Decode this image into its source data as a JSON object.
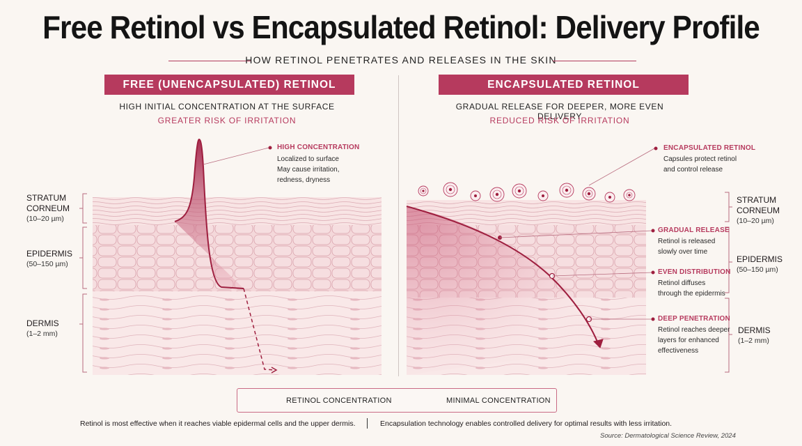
{
  "title": "Free Retinol vs Encapsulated Retinol: Delivery Profile",
  "subtitle": "HOW RETINOL PENETRATES AND RELEASES IN THE SKIN",
  "left": {
    "banner": "FREE (UNENCAPSULATED) RETINOL",
    "line1": "HIGH INITIAL CONCENTRATION AT THE SURFACE",
    "line2": "GREATER RISK OF IRRITATION",
    "layers": {
      "sc_name_1": "STRATUM",
      "sc_name_2": "CORNEUM",
      "sc_size": "(10–20 µm)",
      "epi_name": "EPIDERMIS",
      "epi_size": "(50–150 µm)",
      "der_name": "DERMIS",
      "der_size": "(1–2 mm)"
    },
    "callout": {
      "title": "HIGH CONCENTRATION",
      "l1": "Localized to surface",
      "l2": "May cause irritation,",
      "l3": "redness, dryness"
    }
  },
  "right": {
    "banner": "ENCAPSULATED RETINOL",
    "line1": "GRADUAL RELEASE FOR DEEPER, MORE EVEN DELIVERY",
    "line2": "REDUCED RISK OF IRRITATION",
    "layers": {
      "sc_name_1": "STRATUM",
      "sc_name_2": "CORNEUM",
      "sc_size": "(10–20 µm)",
      "epi_name": "EPIDERMIS",
      "epi_size": "(50–150 µm)",
      "der_name": "DERMIS",
      "der_size": "(1–2 mm)"
    },
    "callouts": {
      "encap_title": "ENCAPSULATED RETINOL",
      "encap_l1": "Capsules protect retinol",
      "encap_l2": "and control release",
      "grad_title": "GRADUAL RELEASE",
      "grad_l1": "Retinol is released",
      "grad_l2": "slowly over time",
      "even_title": "EVEN DISTRIBUTION",
      "even_l1": "Retinol diffuses",
      "even_l2": "through the epidermis",
      "deep_title": "DEEP PENETRATION",
      "deep_l1": "Retinol reaches deeper",
      "deep_l2": "layers for enhanced",
      "deep_l3": "effectiveness"
    }
  },
  "legend": {
    "solid": "RETINOL CONCENTRATION",
    "dashed": "MINIMAL CONCENTRATION"
  },
  "footer": {
    "left": "Retinol is most effective when it reaches viable epidermal cells and the upper dermis.",
    "right": "Encapsulation technology enables controlled delivery for optimal results with less irritation.",
    "source": "Source: Dermatological Science Review, 2024"
  },
  "colors": {
    "accent": "#b63a5e",
    "curve": "#9e1f3f",
    "skin": "#f3d6d8",
    "background": "#faf6f2"
  }
}
